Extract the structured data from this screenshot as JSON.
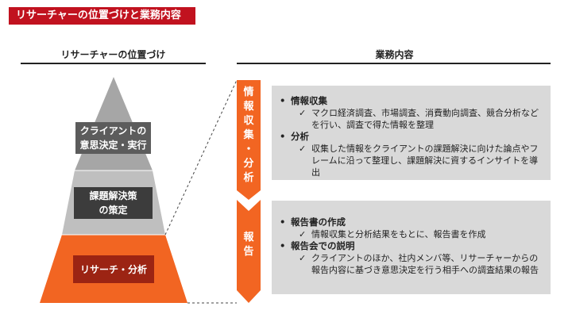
{
  "banner": {
    "title": "リサーチャーの位置づけと業務内容"
  },
  "columns": {
    "left_title": "リサーチャーの位置づけ",
    "right_title": "業務内容"
  },
  "pyramid": {
    "decision": "クライアントの\n意思決定・実行",
    "issue": "課題解決策\nの策定",
    "research": "リサーチ・分析"
  },
  "arrow": {
    "top": "情\n報\n収\n集\n・\n分\n析",
    "bottom": "報\n告"
  },
  "panels": {
    "top": [
      {
        "heading": "情報収集",
        "detail": "マクロ経済調査、市場調査、消費動向調査、競合分析などを行い、調査で得た情報を整理"
      },
      {
        "heading": "分析",
        "detail": "収集した情報をクライアントの課題解決に向けた論点やフレームに沿って整理し、課題解決に資するインサイトを導出"
      }
    ],
    "bottom": [
      {
        "heading": "報告書の作成",
        "detail": "情報収集と分析結果をもとに、報告書を作成"
      },
      {
        "heading": "報告会での説明",
        "detail": "クライアントのほか、社内メンバ等、リサーチャーからの報告内容に基づき意思決定を行う相手への調査結果の報告"
      }
    ]
  },
  "colors": {
    "banner": "#c1121f",
    "orange": "#f26522",
    "pyramid_top": "#a6a6a6",
    "pyramid_mid": "#bfbfbf",
    "panel": "#d9d9d9"
  },
  "glyphs": {
    "bullet": "•",
    "check": "✓"
  }
}
